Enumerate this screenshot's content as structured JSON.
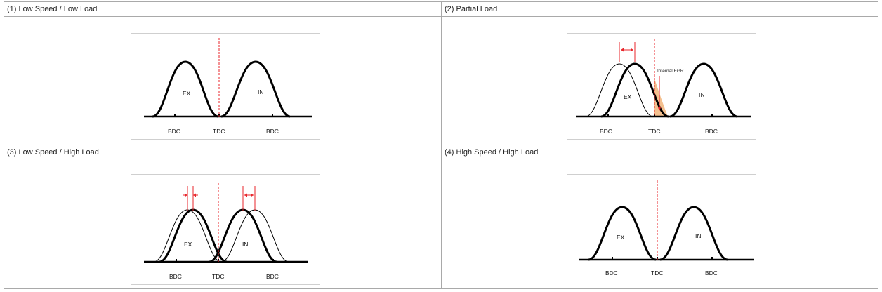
{
  "cells": [
    {
      "title": "(1) Low Speed / Low Load",
      "ex": "EX",
      "in": "IN",
      "bdc_left": "BDC",
      "tdc": "TDC",
      "bdc_right": "BDC"
    },
    {
      "title": "(2) Partial Load",
      "ex": "EX",
      "in": "IN",
      "bdc_left": "BDC",
      "tdc": "TDC",
      "bdc_right": "BDC",
      "egr_label": "Internal EGR"
    },
    {
      "title": "(3) Low Speed / High Load",
      "ex": "EX",
      "in": "IN",
      "bdc_left": "BDC",
      "tdc": "TDC",
      "bdc_right": "BDC"
    },
    {
      "title": "(4) High Speed / High Load",
      "ex": "EX",
      "in": "IN",
      "bdc_left": "BDC",
      "tdc": "TDC",
      "bdc_right": "BDC"
    }
  ],
  "colors": {
    "curve": "#000000",
    "tdc_line": "#e8262b",
    "shift_arrow": "#e8262b",
    "egr_fill": "#f4c08f"
  }
}
